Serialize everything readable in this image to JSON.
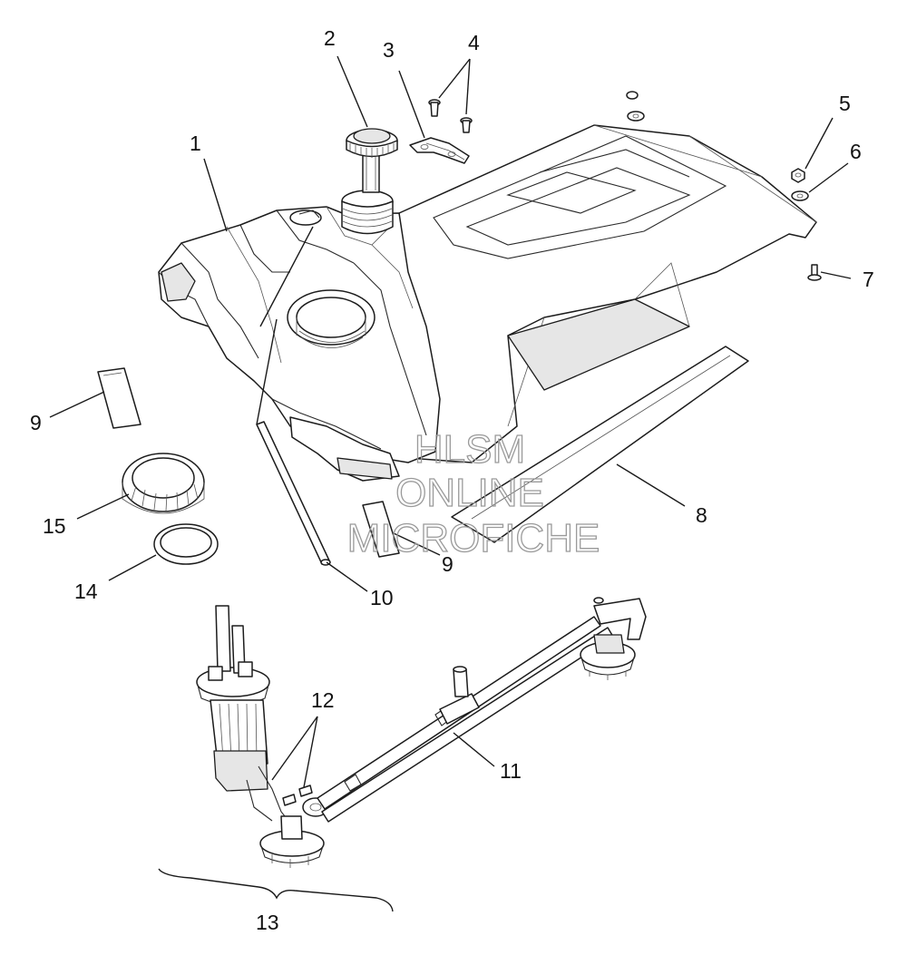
{
  "callouts": {
    "c1": "1",
    "c2": "2",
    "c3": "3",
    "c4": "4",
    "c5": "5",
    "c6": "6",
    "c7": "7",
    "c8": "8",
    "c9a": "9",
    "c9b": "9",
    "c10": "10",
    "c11": "11",
    "c12": "12",
    "c13": "13",
    "c14": "14",
    "c15": "15"
  },
  "watermark": {
    "line1": "HLSM",
    "line2": "ONLINE",
    "line3": "MICROFICHE"
  }
}
